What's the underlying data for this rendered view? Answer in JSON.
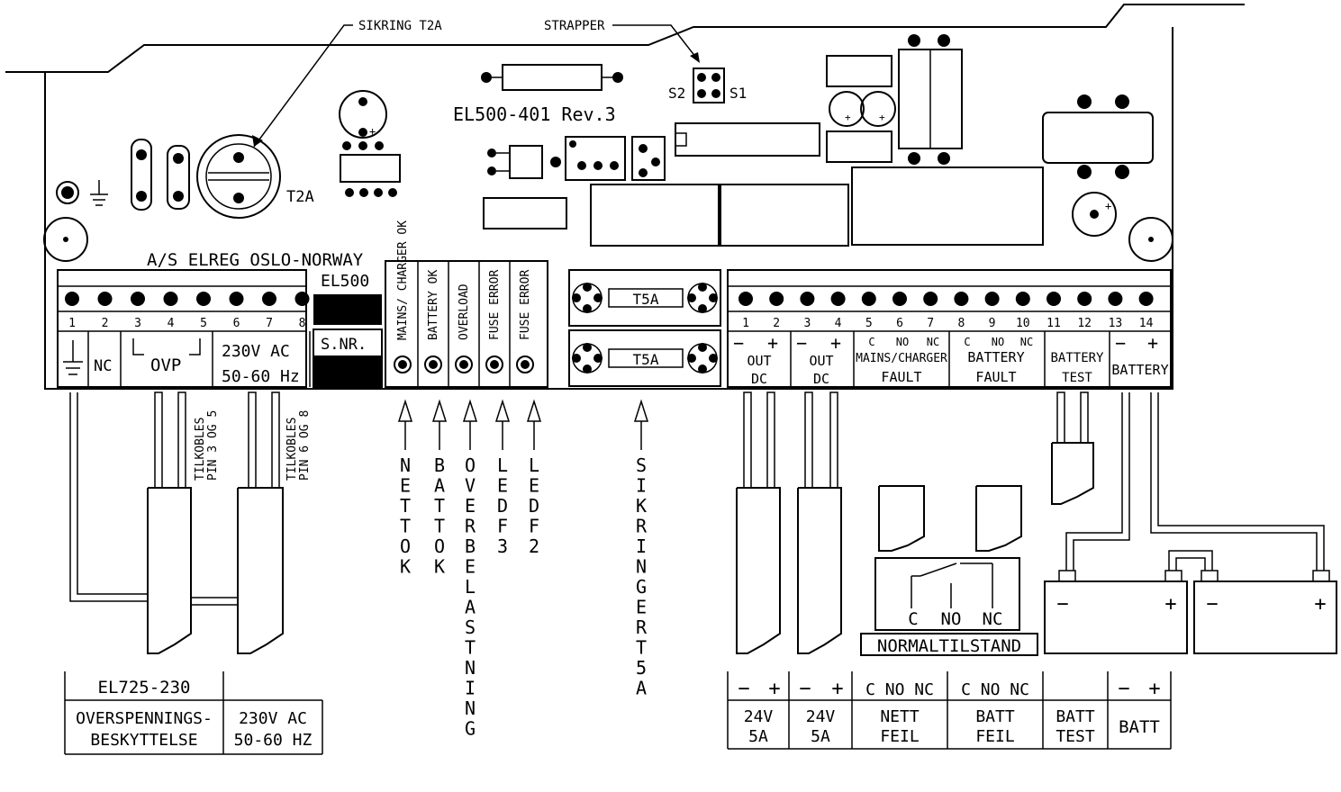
{
  "callouts": {
    "sikring": "SIKRING T2A",
    "strapper": "STRAPPER"
  },
  "board": {
    "model": "EL500-401 Rev.3",
    "maker": "A/S ELREG  OSLO-NORWAY",
    "fuse_main": "T2A",
    "strap_s2": "S2",
    "strap_s1": "S1",
    "fuse_small": [
      "T5A",
      "T5A"
    ],
    "el500": "EL500",
    "snr": "S.NR."
  },
  "leds": [
    "MAINS/ CHARGER OK",
    "BATTERY OK",
    "OVERLOAD",
    "FUSE ERROR",
    "FUSE ERROR"
  ],
  "left_terminals": {
    "pins": [
      "1",
      "2",
      "3",
      "4",
      "5",
      "6",
      "7",
      "8"
    ],
    "nc": "NC",
    "ovp": "OVP",
    "ac1": "230V AC",
    "ac2": "50-60 Hz"
  },
  "right_terminals": {
    "pins": [
      "1",
      "2",
      "3",
      "4",
      "5",
      "6",
      "7",
      "8",
      "9",
      "10",
      "11",
      "12",
      "13",
      "14"
    ],
    "minus": "−",
    "plus": "+",
    "c": "C",
    "no": "NO",
    "nc": "NC",
    "out": "OUT",
    "dc": "DC",
    "mains_charger": "MAINS/CHARGER",
    "battery": "BATTERY",
    "fault": "FAULT",
    "battery_test1": "BATTERY",
    "battery_test2": "TEST",
    "battery_label": "BATTERY"
  },
  "tilkobles": [
    {
      "l1": "TILKOBLES",
      "l2": "PIN 3 OG 5"
    },
    {
      "l1": "TILKOBLES",
      "l2": "PIN 6 OG 8"
    }
  ],
  "vertical_labels": [
    "NETT OK",
    "BATT OK",
    "OVERBELASTNING",
    "LED F3",
    "LED F2",
    "SIKRINGER T5A"
  ],
  "relay": {
    "c": "C",
    "no": "NO",
    "nc": "NC",
    "state": "NORMALTILSTAND"
  },
  "batteries": {
    "minus": "−",
    "plus": "+"
  },
  "bottom_left_table": {
    "title": "EL725-230",
    "col1_l1": "OVERSPENNINGS-",
    "col1_l2": "BESKYTTELSE",
    "col2_l1": "230V AC",
    "col2_l2": "50-60 HZ"
  },
  "bottom_right_table": {
    "minus": "−",
    "plus": "+",
    "cnonc": "C  NO NC",
    "v24": "24V",
    "a5": "5A",
    "nett": "NETT",
    "feil": "FEIL",
    "batt": "BATT",
    "test": "TEST"
  }
}
